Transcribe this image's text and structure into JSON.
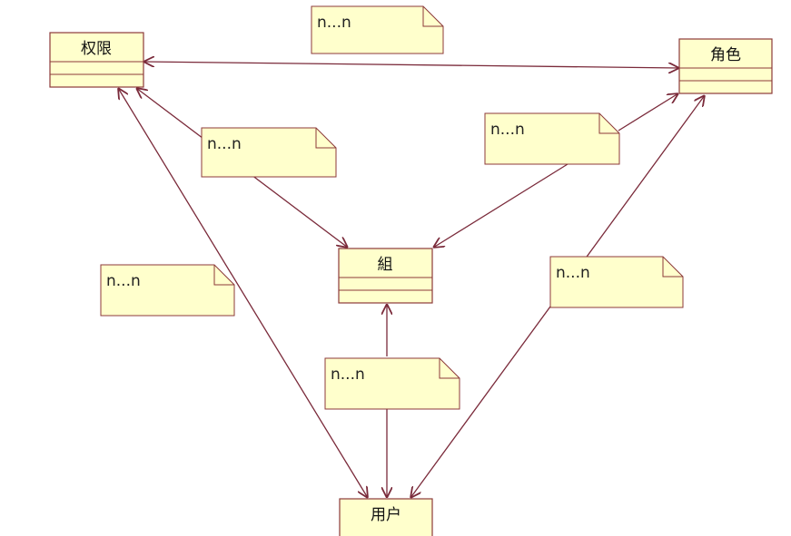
{
  "diagram": {
    "classes": {
      "permission": {
        "name": "权限"
      },
      "role": {
        "name": "角色"
      },
      "group": {
        "name": "組"
      },
      "user": {
        "name": "用户"
      }
    },
    "notes": [
      {
        "id": "note-permission-role",
        "text": "n...n"
      },
      {
        "id": "note-permission-group",
        "text": "n...n"
      },
      {
        "id": "note-role-group",
        "text": "n...n"
      },
      {
        "id": "note-permission-user",
        "text": "n...n"
      },
      {
        "id": "note-role-user",
        "text": "n...n"
      },
      {
        "id": "note-group-user",
        "text": "n...n"
      }
    ],
    "colors": {
      "box_fill": "#ffffcc",
      "box_stroke": "#8c3a3a",
      "line": "#7a2a3a"
    }
  }
}
